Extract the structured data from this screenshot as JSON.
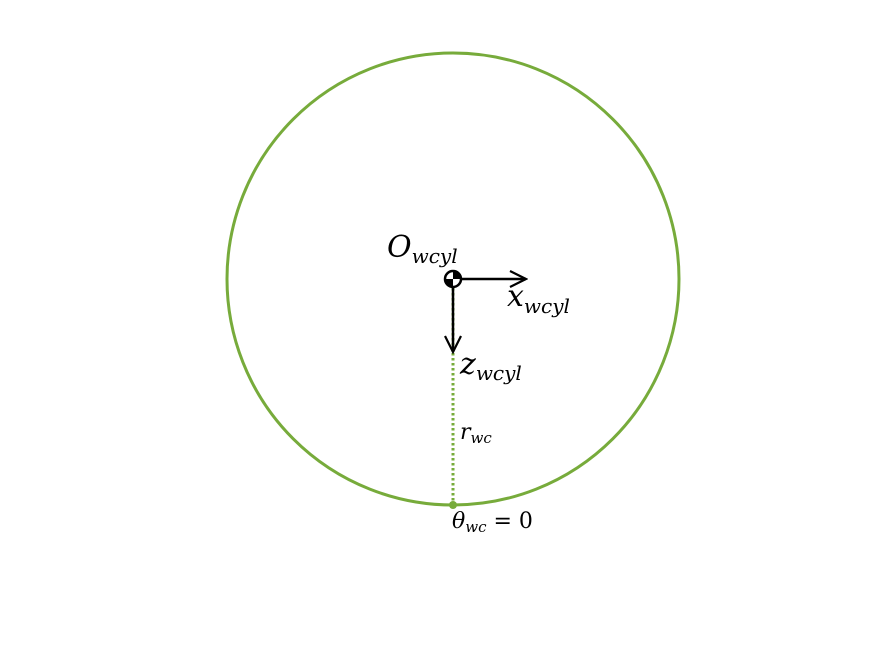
{
  "colors": {
    "circle": "#77ab3b",
    "axes": "#000000",
    "background": "#ffffff"
  },
  "labels": {
    "origin": {
      "main": "O",
      "sub": "wcyl"
    },
    "x_axis": {
      "main": "x",
      "sub": "wcyl"
    },
    "z_axis": {
      "main": "z",
      "sub": "wcyl"
    },
    "radius": {
      "main": "r",
      "sub": "wc"
    },
    "angle": {
      "main": "θ",
      "sub": "wc",
      "rest": " = 0"
    }
  }
}
